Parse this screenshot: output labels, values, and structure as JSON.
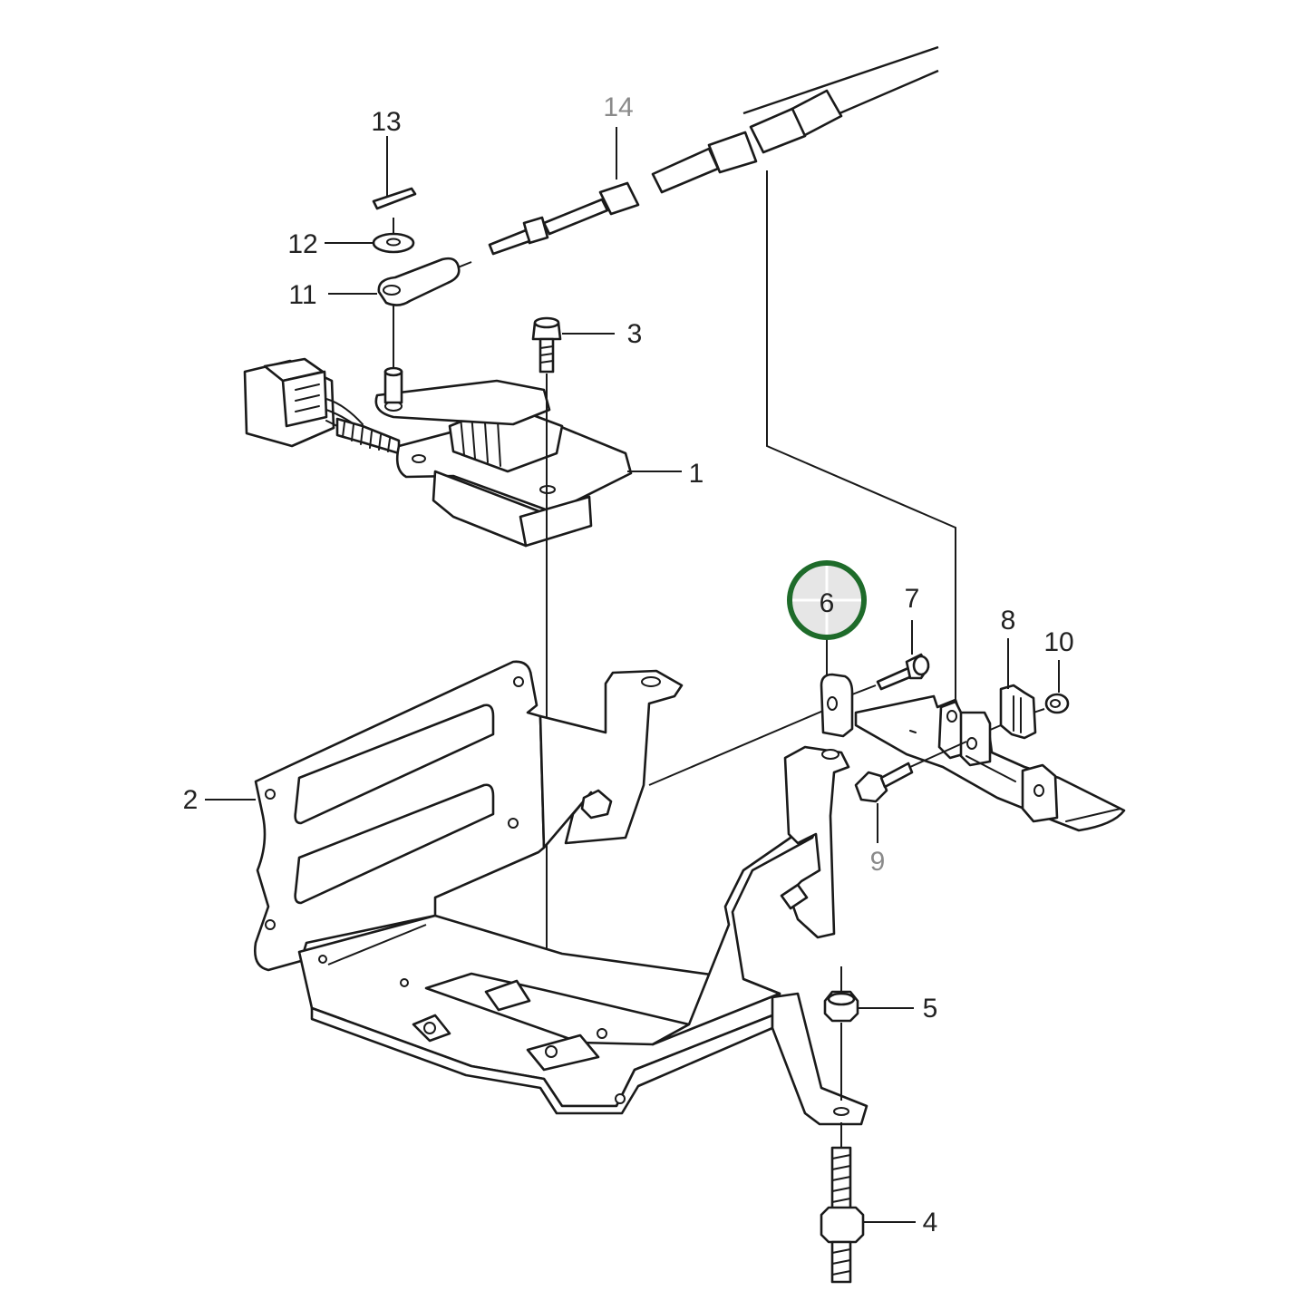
{
  "diagram": {
    "callouts": [
      {
        "id": "1",
        "label": "1"
      },
      {
        "id": "2",
        "label": "2"
      },
      {
        "id": "3",
        "label": "3"
      },
      {
        "id": "4",
        "label": "4"
      },
      {
        "id": "5",
        "label": "5"
      },
      {
        "id": "6",
        "label": "6",
        "highlighted": true
      },
      {
        "id": "7",
        "label": "7"
      },
      {
        "id": "8",
        "label": "8"
      },
      {
        "id": "9",
        "label": "9"
      },
      {
        "id": "10",
        "label": "10"
      },
      {
        "id": "11",
        "label": "11"
      },
      {
        "id": "12",
        "label": "12"
      },
      {
        "id": "13",
        "label": "13"
      },
      {
        "id": "14",
        "label": "14"
      }
    ],
    "highlight_color": "#1e6b2a",
    "line_color": "#1a1a1a",
    "label_color": "#222222",
    "muted_label_color": "#8a8a8a"
  }
}
